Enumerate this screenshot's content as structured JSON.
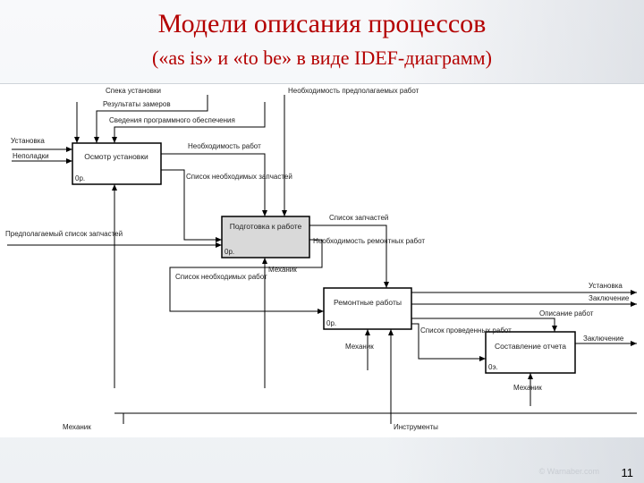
{
  "slide": {
    "title": "Модели описания процессов",
    "subtitle": "(«as is» и «to be» в виде IDEF-диаграмм)",
    "page_number": "11",
    "watermark": "© Warnaber.com"
  },
  "boxes": [
    {
      "label": "Осмотр установки",
      "node": "0р."
    },
    {
      "label": "Подготовка к работе",
      "node": "0р."
    },
    {
      "label": "Ремонтные работы",
      "node": "0р."
    },
    {
      "label": "Составление отчета",
      "node": "0э."
    }
  ],
  "arrows": {
    "top_labels": [
      "Спека установки",
      "Результаты замеров",
      "Сведения программного обеспечения"
    ],
    "need_expected_work": "Необходимость предполагаемых работ",
    "install_in": "Установка",
    "faults": "Неполадки",
    "need_work": "Необходимость работ",
    "list_work_needed_1": "Список необходимых запчастей",
    "expected_parts": "Предполагаемый список запчастей",
    "parts_list": "Список запчастей",
    "need_repair": "Необходимость ремонтных работ",
    "mechanic": "Механик",
    "list_work_needed_2": "Список необходимых работ",
    "out_install": "Установка",
    "out_conclusion": "Заключение",
    "work_list_done_top": "Описание работ",
    "list_performed": "Список проведенных работ",
    "report": "Заключение",
    "mechanic_bottom": "Механик",
    "mechanic_ext": "Механик",
    "toolbox": "Инструменты"
  }
}
